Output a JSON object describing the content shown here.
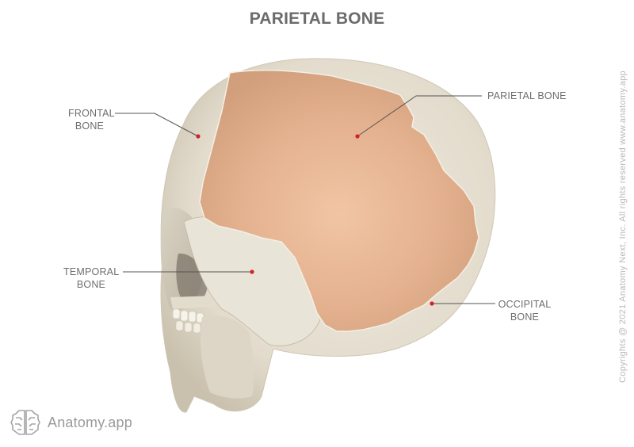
{
  "title": "PARIETAL BONE",
  "labels": {
    "frontal": {
      "line1": "FRONTAL",
      "line2": "BONE"
    },
    "parietal": {
      "line1": "PARIETAL BONE"
    },
    "temporal": {
      "line1": "TEMPORAL",
      "line2": "BONE"
    },
    "occipital": {
      "line1": "OCCIPITAL",
      "line2": "BONE"
    }
  },
  "copyright": "Copyrights @ 2021 Anatomy Next, Inc. All rights reserved www.anatomy.app",
  "brand": {
    "name": "Anatomy.app",
    "icon": "brain-icon"
  },
  "colors": {
    "highlight_bone": "#e2ae8c",
    "bone": "#e6e0d3",
    "marker": "#d4202a",
    "leader_line": "#555555",
    "title_text": "#6b6b6b",
    "label_text": "#6e6e6e"
  }
}
